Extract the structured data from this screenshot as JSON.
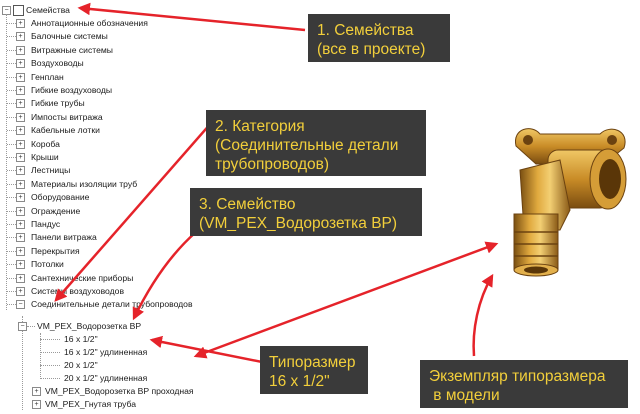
{
  "tree": {
    "root_label": "Семейства",
    "categories": [
      "Аннотационные обозначения",
      "Балочные системы",
      "Витражные системы",
      "Воздуховоды",
      "Генплан",
      "Гибкие воздуховоды",
      "Гибкие трубы",
      "Импосты витража",
      "Кабельные лотки",
      "Короба",
      "Крыши",
      "Лестницы",
      "Материалы изоляции труб",
      "Оборудование",
      "Ограждение",
      "Пандус",
      "Панели витража",
      "Перекрытия",
      "Потолки",
      "Сантехнические приборы",
      "Системы воздуховодов",
      "Соединительные детали трубопроводов"
    ],
    "family_label": "VM_PEX_Водорозетка ВР",
    "types": [
      "16 x 1/2\"",
      "16 x 1/2\" удлиненная",
      "20 x 1/2\"",
      "20 x 1/2\" удлиненная"
    ],
    "other_families": [
      "VM_PEX_Водорозетка ВР проходная",
      "VM_PEX_Гнутая труба"
    ]
  },
  "callouts": {
    "families": [
      "1. Семейства",
      "(все в проекте)"
    ],
    "category": [
      "2. Категория",
      "(Соединительные детали",
      "трубопроводов)"
    ],
    "family": [
      "3. Семейство",
      "(VM_PEX_Водорозетка ВР)"
    ],
    "type": [
      "Типоразмер",
      "16 x 1/2\""
    ],
    "instance": [
      "Экземпляр типоразмера",
      " в модели"
    ]
  },
  "colors": {
    "callout_bg": "#3a3a3a",
    "callout_text": "#f2cf3b",
    "arrow": "#e5232a",
    "brass": "#c9922a"
  }
}
